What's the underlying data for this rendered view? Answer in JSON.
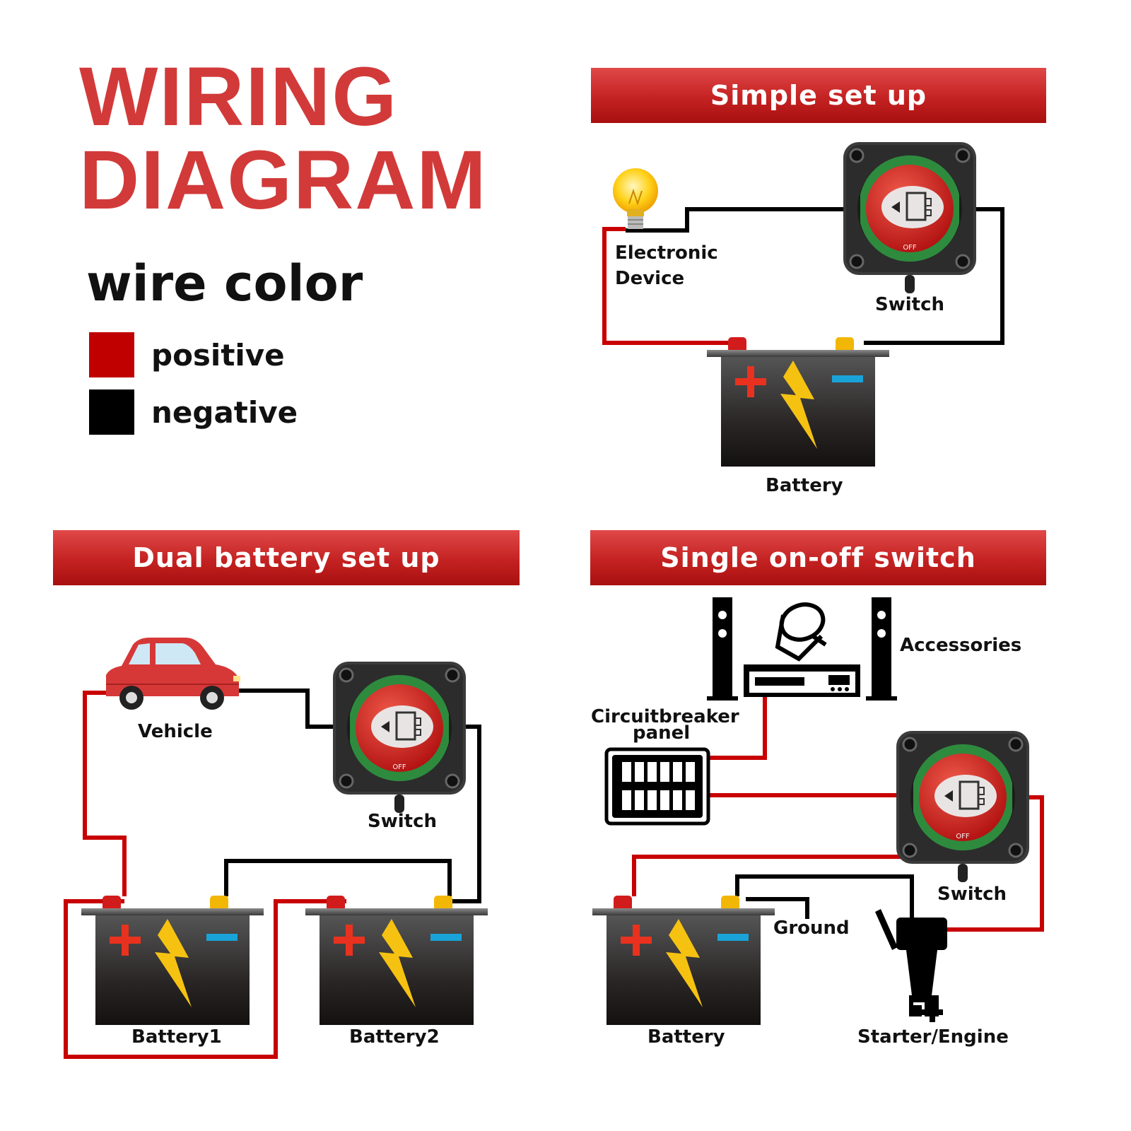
{
  "title": {
    "line1": "WIRING",
    "line2": "DIAGRAM"
  },
  "legend": {
    "heading": "wire color",
    "items": [
      {
        "label": "positive",
        "color": "#c00000"
      },
      {
        "label": "negative",
        "color": "#000000"
      }
    ]
  },
  "colors": {
    "accent": "#d23a3a",
    "positive_wire": "#c80000",
    "negative_wire": "#000000"
  },
  "panels": {
    "simple": {
      "title": "Simple set up",
      "labels": {
        "device_line1": "Electronic",
        "device_line2": "Device",
        "switch": "Switch",
        "battery": "Battery"
      },
      "icons": [
        "light-bulb-icon",
        "battery-switch-icon",
        "battery-icon"
      ]
    },
    "dual": {
      "title": "Dual battery set up",
      "labels": {
        "vehicle": "Vehicle",
        "switch": "Switch",
        "battery1": "Battery1",
        "battery2": "Battery2"
      },
      "icons": [
        "car-icon",
        "battery-switch-icon",
        "battery-icon"
      ]
    },
    "single": {
      "title": "Single on-off switch",
      "labels": {
        "accessories": "Accessories",
        "breaker_line1": "Circuitbreaker",
        "breaker_line2": "panel",
        "switch": "Switch",
        "ground": "Ground",
        "battery": "Battery",
        "engine": "Starter/Engine"
      },
      "icons": [
        "speaker-icon",
        "spotlight-icon",
        "radio-icon",
        "circuit-breaker-panel-icon",
        "battery-switch-icon",
        "battery-icon",
        "outboard-motor-icon"
      ]
    }
  }
}
